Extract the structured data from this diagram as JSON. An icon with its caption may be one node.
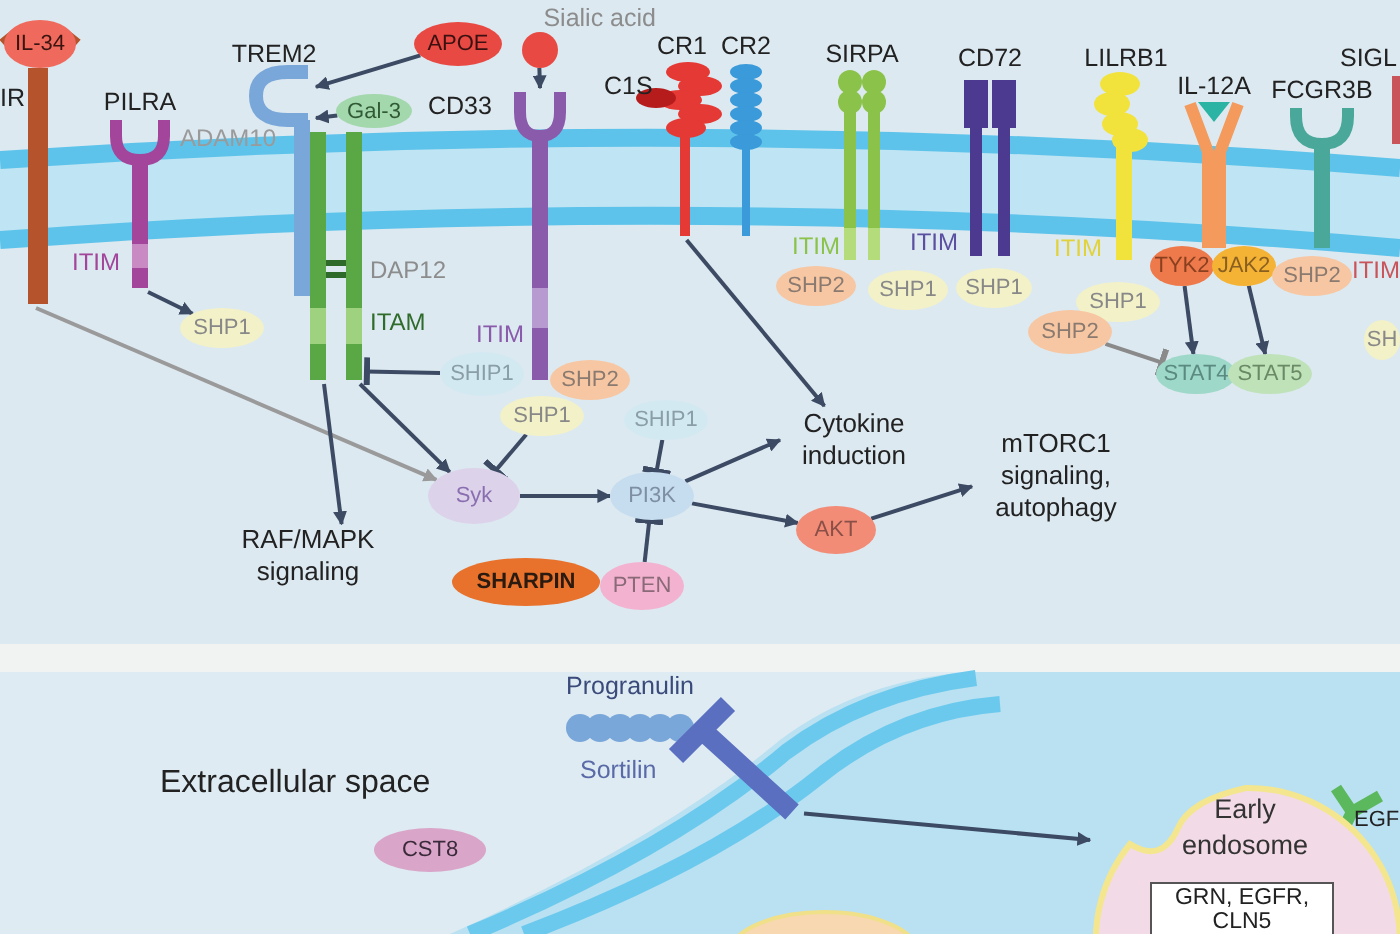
{
  "diagram": {
    "nodes": [
      {
        "text": [
          "IL-34"
        ]
      },
      {
        "text": [
          "IR"
        ]
      },
      {
        "text": [
          "PILRA"
        ]
      },
      {
        "text": [
          "SHP1"
        ]
      },
      {
        "text": [
          "TREM2"
        ]
      },
      {
        "text": [
          "Gal-3"
        ]
      },
      {
        "text": [
          "APOE"
        ]
      },
      {
        "text": [
          "Sialic acid"
        ]
      },
      {
        "text": [],
        "shape": "bar",
        "beside": [
          "DAP12",
          "ITAM"
        ]
      },
      {
        "text": [
          "CD33"
        ]
      },
      {
        "text": [
          "SHIP1"
        ]
      },
      {
        "text": [
          "SHP2"
        ]
      },
      {
        "text": [
          "SHP1"
        ]
      },
      {
        "text": [
          "Syk"
        ]
      },
      {
        "text": [
          "SHIP1"
        ]
      },
      {
        "text": [
          "PI3K"
        ]
      },
      {
        "text": [
          "SHARPIN"
        ]
      },
      {
        "text": [
          "PTEN"
        ]
      },
      {
        "text": [
          "RAF/MAPK signaling"
        ]
      },
      {
        "text": [
          "CR1"
        ]
      },
      {
        "text": [
          "CR2"
        ]
      },
      {
        "text": [
          "Cytokine induction"
        ]
      },
      {
        "text": [
          "AKT"
        ]
      },
      {
        "text": [
          "mTORC1 signaling, autophagy"
        ]
      },
      {
        "text": [
          "SIRPA"
        ]
      },
      {
        "text": [
          "SHP2"
        ]
      },
      {
        "text": [
          "SHP1"
        ]
      },
      {
        "text": [
          "CD72"
        ]
      },
      {
        "text": [
          "SHP1"
        ]
      },
      {
        "text": [
          "LILRB1"
        ]
      },
      {
        "text": [
          "SHP1"
        ]
      },
      {
        "text": [
          "SHP2"
        ]
      },
      {
        "text": [
          "IL-12A"
        ]
      },
      {
        "text": [
          "TYK2"
        ]
      },
      {
        "text": [
          "JAK2"
        ]
      },
      {
        "text": [
          "STAT4"
        ]
      },
      {
        "text": [
          "STAT5"
        ]
      },
      {
        "text": [
          "FCGR3B"
        ]
      },
      {
        "text": [
          "SHP2"
        ]
      },
      {
        "text": [
          "SIGL"
        ]
      },
      {
        "text": [
          "SH"
        ]
      },
      {
        "text": [
          "Progranulin"
        ]
      },
      {
        "text": [
          "Sortilin"
        ]
      },
      {
        "text": [
          "CST8"
        ]
      },
      {
        "text": [
          "Early endosome"
        ]
      },
      {
        "text": [
          "GRN, EGFR, CLN5"
        ],
        "in": 44
      }
    ],
    "edges": [
      {
        "from": 2,
        "to": 3,
        "arrow": "to"
      },
      {
        "from": 1,
        "to": 13,
        "arrow": "to",
        "color": "#9a9a9a"
      },
      {
        "from": 6,
        "to": 4,
        "arrow": "to"
      },
      {
        "from": 5,
        "to": 4,
        "arrow": "to"
      },
      {
        "from": 7,
        "to": 9,
        "arrow": "to"
      },
      {
        "from": 8,
        "to": 18,
        "arrow": "to"
      },
      {
        "from": 8,
        "to": 13,
        "arrow": "to"
      },
      {
        "from": 10,
        "to": 8,
        "arrow": "other"
      },
      {
        "from": 12,
        "to": 13,
        "arrow": "other"
      },
      {
        "from": 14,
        "to": 15,
        "arrow": "other"
      },
      {
        "from": 13,
        "to": 15,
        "arrow": "to"
      },
      {
        "from": 17,
        "to": 15,
        "arrow": "other"
      },
      {
        "from": 15,
        "to": 21,
        "arrow": "to"
      },
      {
        "from": 15,
        "to": 22,
        "arrow": "to"
      },
      {
        "from": 22,
        "to": 23,
        "arrow": "to"
      },
      {
        "from": 19,
        "to": 21,
        "arrow": "to"
      },
      {
        "from": 31,
        "to": 35,
        "arrow": "other",
        "color": "#8a8a8a"
      },
      {
        "from": 33,
        "to": 35,
        "arrow": "to"
      },
      {
        "from": 34,
        "to": 36,
        "arrow": "to"
      },
      {
        "from": 42,
        "to": 44,
        "arrow": "to"
      }
    ],
    "labels": [
      "ADAM10",
      "ITIM",
      "ITIM",
      "C1S",
      "ITIM",
      "ITIM",
      "ITIM",
      "ITIM",
      "Extracellular space",
      "EGF"
    ]
  }
}
